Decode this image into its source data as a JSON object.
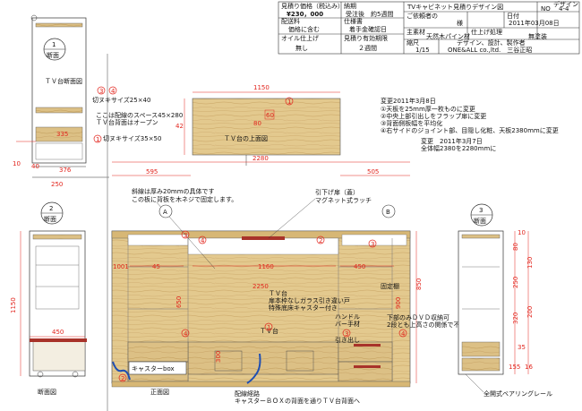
{
  "title_block": {
    "estimate_label": "見積り価格（税込み）",
    "estimate_value": "¥230，000",
    "delivery_label": "配送料",
    "delivery_value": "価格に含む",
    "oil_label": "オイル仕上げ",
    "oil_value": "無し",
    "lead_label": "納期",
    "lead_value": "受注後　約5週間",
    "spec_label": "仕様書",
    "spec_value": "着手金確認日",
    "validity_label": "見積り有効期限",
    "validity_value": "２週間",
    "title": "TVキャビネット見積りデザイン図",
    "design_no_label": "デザイン",
    "design_no_label2": "NO",
    "design_no": "4-4",
    "customer_label": "ご依頼者の",
    "customer_suffix": "様",
    "date_label": "日付",
    "date_value": "2011年03月08日",
    "material_label": "主素材",
    "material_value": "天然木パイン材",
    "finish_label": "仕上げ処理",
    "finish_value": "無塗装",
    "scale_label": "縮尺",
    "scale_value": "1/15",
    "design_by_label": "デザイン、設計、製作者",
    "design_by_value": "ONE&ALL co.,ltd.　三谷正昭"
  },
  "change_notes": {
    "header1": "変更2011年3月8日",
    "items": [
      "①天板を25mm厚一枚ものに変更",
      "②中央上部引出しをフラップ扉に変更",
      "③背面側板幅を平均化",
      "④右サイドのジョイント部、目隠し化粧、天板2380mmに変更"
    ],
    "header2": "変更　2011年3月7日",
    "overall_width": "全体幅2380を2280mmに"
  },
  "left_section": {
    "section1_label": "断面",
    "section1_no": "1",
    "tv_section_label": "ＴＶ台断面図",
    "cut1_text": "切ヌキサイズ25×40",
    "wiring_space_text": "ここは配線のスペース45×280",
    "tv_back_open_text": "ＴＶ台背面はオープン",
    "cut2_text": "切ヌキサイズ35×50",
    "dim_335": "335",
    "dim_40": "40",
    "dim_376": "376",
    "dim_250": "250",
    "dim_10": "10",
    "circle_3": "3",
    "circle_4": "4",
    "circle_1": "1"
  },
  "top_view": {
    "label": "ＴＶ台の上面図",
    "dim_1150": "1150",
    "dim_42": "42",
    "dim_60": "60",
    "dim_80": "80",
    "circle_1": "1"
  },
  "front_view": {
    "overall_dim": "2280",
    "dim_595": "595",
    "dim_505": "505",
    "dim_1160": "1160",
    "dim_2250": "2250",
    "dim_1001": "1001",
    "dim_45": "45",
    "dim_450": "450",
    "dim_900": "900",
    "dim_850": "850",
    "dim_650": "650",
    "diagonal_note1": "斜線は厚み20mmの具体です",
    "diagonal_note2": "この板に背板を木ネジで固定します。",
    "pull_door_label": "引下げ扉（蓋）",
    "magnet_latch_label": "マグネット式ラッチ",
    "fixed_shelf_label": "固定棚",
    "tv_stand_label1": "ＴＶ台",
    "tv_stand_label2": "扉本枠なしガラス引き違い戸",
    "tv_stand_label3": "特殊底床キャスター付き",
    "handle_label1": "ハンドル",
    "handle_label2": "バー手材",
    "tv_label": "ＴＶ台",
    "drawer_label": "引き出し",
    "dvd_label1": "下部のみＤＶＤ収納可",
    "dvd_label2": "2段とも上高さの関係で不可",
    "caster_box_label": "キャスターbox",
    "front_label": "正面図",
    "wiring_route_label1": "配線経路",
    "wiring_route_label2": "キャスターＢＯＸの背面を通りＴＶ台背面へ",
    "rail_label": "全開式ベアリングレール",
    "section_a": "A",
    "section_b": "B",
    "dim_300": "300",
    "circles": [
      "3",
      "4",
      "2",
      "3",
      "4",
      "1",
      "2",
      "3",
      "4"
    ]
  },
  "left_section2": {
    "label": "断面",
    "no": "2",
    "dim_1150": "1150",
    "dim_450": "450",
    "section_bottom_label": "断面図"
  },
  "right_section": {
    "label": "断面",
    "no": "3",
    "dims": [
      "10",
      "80",
      "250",
      "320",
      "130",
      "200",
      "35",
      "155",
      "16"
    ]
  }
}
